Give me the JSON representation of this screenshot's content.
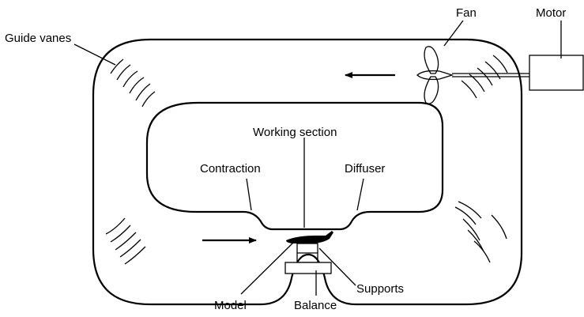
{
  "labels": {
    "guide_vanes": "Guide vanes",
    "fan": "Fan",
    "motor": "Motor",
    "working_section": "Working section",
    "contraction": "Contraction",
    "diffuser": "Diffuser",
    "model": "Model",
    "balance": "Balance",
    "supports": "Supports"
  }
}
